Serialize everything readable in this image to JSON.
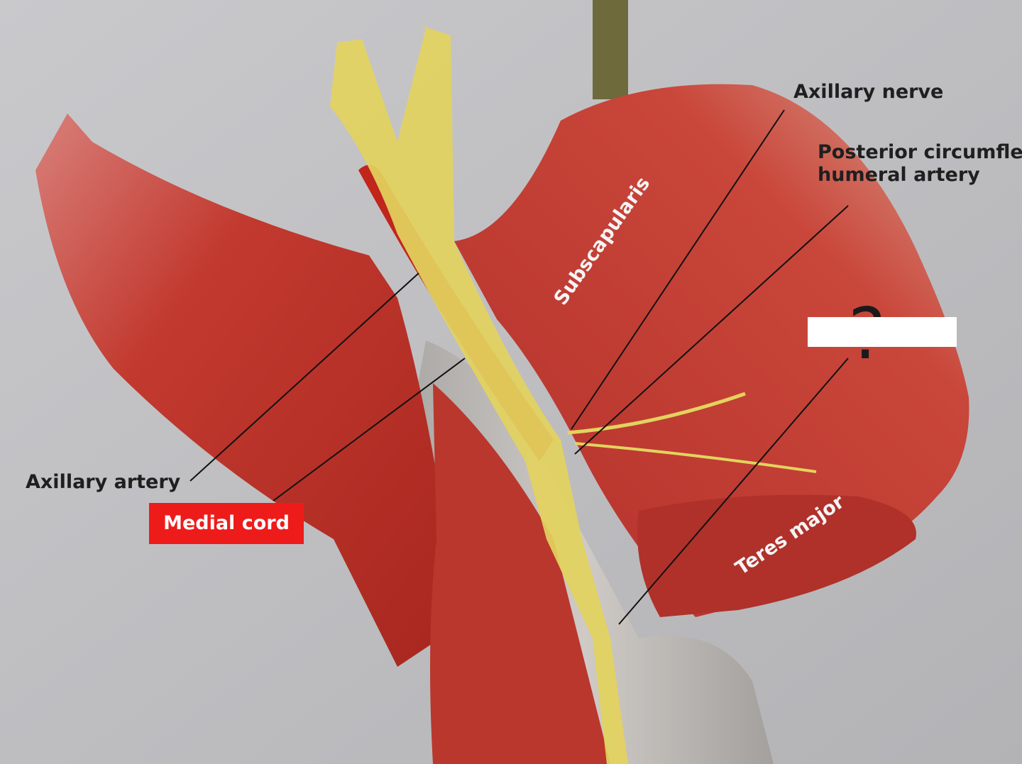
{
  "labels": {
    "axillary_nerve": "Axillary nerve",
    "pcha_line1": "Posterior circumfle",
    "pcha_line2": "humeral artery",
    "axillary_artery": "Axillary artery",
    "medial_cord": "Medial cord",
    "subscapularis": "Subscapularis",
    "teres_major": "Teres major"
  },
  "unknown_marker": "?",
  "colors": {
    "background": "#bfbfc2",
    "muscle": "#b8332a",
    "nerve": "#e3d35e",
    "artery": "#c0261b",
    "medial_cord_badge": "#ee1b1b",
    "bone": "#b4b2b0"
  }
}
